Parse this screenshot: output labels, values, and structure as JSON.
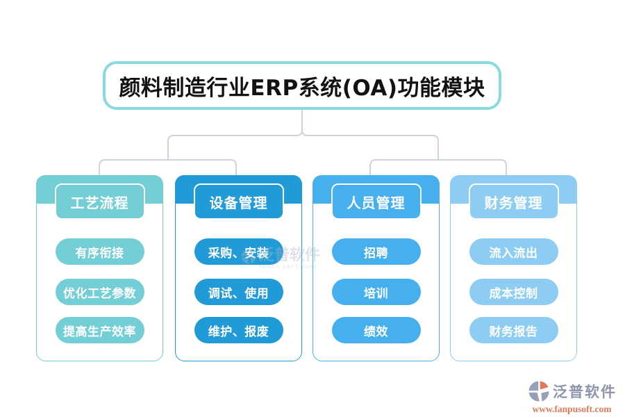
{
  "title": "颜料制造行业ERP系统(OA)功能模块",
  "colors": {
    "title_border": "#89dade",
    "connector": "#ccd3dc",
    "col_process": "#74ced5",
    "col_equipment": "#209bd8",
    "col_personnel": "#45b0ed",
    "col_finance": "#8dcdf3"
  },
  "columns": [
    {
      "label": "工艺流程",
      "color": "#74ced5",
      "items": [
        "有序衔接",
        "优化工艺参数",
        "提高生产效率"
      ]
    },
    {
      "label": "设备管理",
      "color": "#209bd8",
      "items": [
        "采购、安装",
        "调试、使用",
        "维护、报废"
      ]
    },
    {
      "label": "人员管理",
      "color": "#45b0ed",
      "items": [
        "招聘",
        "培训",
        "绩效"
      ]
    },
    {
      "label": "财务管理",
      "color": "#8dcdf3",
      "items": [
        "流入流出",
        "成本控制",
        "财务报告"
      ]
    }
  ],
  "watermark": {
    "name": "泛普软件",
    "subtext": "FANPU SOFTWARE"
  },
  "footer": {
    "brand": "泛普软件",
    "url": "www.fanpusoft.com"
  }
}
